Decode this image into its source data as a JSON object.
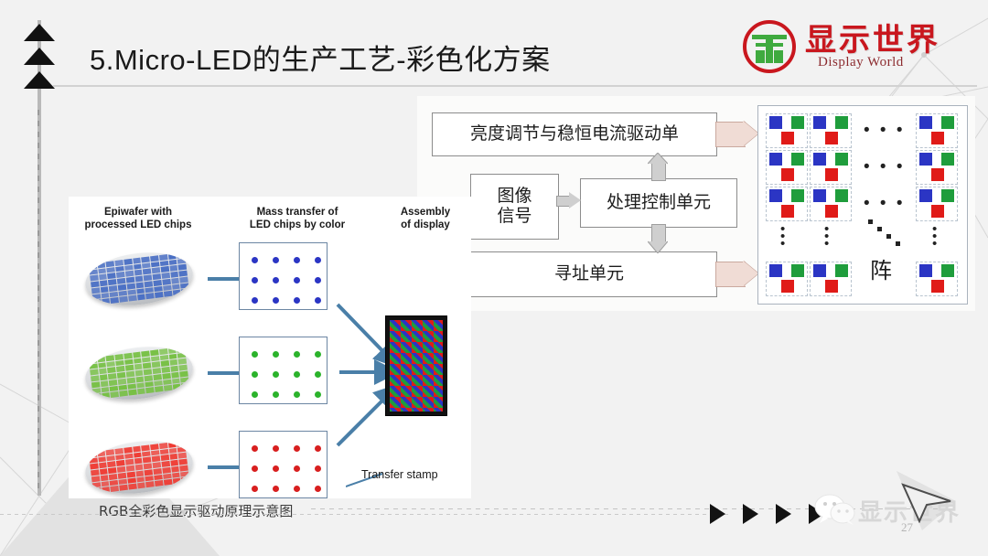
{
  "slide": {
    "title": "5.Micro-LED的生产工艺-彩色化方案",
    "page_number": "27",
    "background_color": "#f2f2f2"
  },
  "logo": {
    "cn": "显示世界",
    "en": "Display World",
    "mark_ring_color": "#c9171e",
    "mark_glyph_color": "#3faa3f"
  },
  "left_diagram": {
    "caption": "RGB全彩色显示驱动原理示意图",
    "headers": [
      "Epiwafer with\nprocessed LED chips",
      "Mass transfer of\nLED chips by color",
      "Assembly\nof display"
    ],
    "header_1_line1": "Epiwafer with",
    "header_1_line2": "processed LED chips",
    "header_2_line1": "Mass transfer of",
    "header_2_line2": "LED chips by color",
    "header_3_line1": "Assembly",
    "header_3_line2": "of display",
    "stamp_label": "Transfer stamp",
    "rows": [
      {
        "color_name": "blue",
        "hex": "#2b35c4",
        "wafer_hex": "#4a6fc4"
      },
      {
        "color_name": "green",
        "hex": "#2bb32b",
        "wafer_hex": "#76c043"
      },
      {
        "color_name": "red",
        "hex": "#d81f1f",
        "wafer_hex": "#ef3b33"
      }
    ],
    "grid_cols": 4,
    "grid_rows": 3,
    "arrow_color": "#4a7fa8"
  },
  "right_diagram": {
    "boxes": {
      "brightness": "亮度调节与稳恒电流驱动单",
      "image_signal_line1": "图像",
      "image_signal_line2": "信号",
      "process_control": "处理控制单元",
      "address_unit": "寻址单元"
    },
    "matrix": {
      "label": "阵",
      "ellipsis": "• • •",
      "pixel_colors": {
        "blue": "#2b35c4",
        "green": "#1f9d3c",
        "red": "#e01b18"
      },
      "cols_shown": 3,
      "rows_shown": 4
    },
    "arrow_fill": "#f0dcd5",
    "block_arrow_fill": "#cfcfcf"
  },
  "footer": {
    "watermark": "显示世界",
    "triangle_count": 4,
    "wechat_icon": "wechat-icon"
  }
}
